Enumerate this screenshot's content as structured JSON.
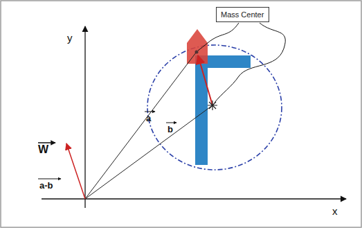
{
  "diagram": {
    "nodes": [
      {
        "text": [
          "Mass Center"
        ]
      }
    ],
    "labels": [
      "y",
      "x",
      "a",
      "b",
      "a-b",
      "W"
    ]
  }
}
